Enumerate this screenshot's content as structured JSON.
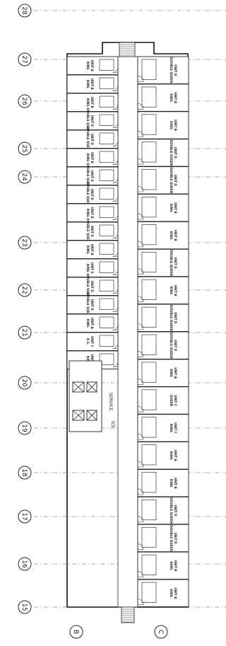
{
  "grid_lines": {
    "rows": [
      "28",
      "27",
      "26",
      "25",
      "24",
      "23",
      "22",
      "21",
      "20",
      "19",
      "18",
      "17",
      "16",
      "15"
    ],
    "columns": [
      "B",
      "C"
    ]
  },
  "service": {
    "label": "SERVICE",
    "ice_label": "ICE"
  },
  "rooms_left": [
    {
      "label": "KING",
      "unit": "A"
    },
    {
      "label": "KING",
      "unit": "B"
    },
    {
      "label": "KING",
      "unit": "B"
    },
    {
      "label": "DOUBLE QUEEN",
      "unit": "D"
    },
    {
      "label": "DOUBLE QUEEN",
      "unit": "D"
    },
    {
      "label": "KING",
      "unit": "B"
    },
    {
      "label": "DOUBLE QUEEN",
      "unit": "D"
    },
    {
      "label": "DOUBLE QUEEN",
      "unit": "D"
    },
    {
      "label": "KING",
      "unit": "B"
    },
    {
      "label": "DOUBLE QUEEN",
      "unit": "D"
    },
    {
      "label": "KING",
      "unit": "B"
    },
    {
      "label": "KING",
      "unit": "E"
    },
    {
      "label": "DOUBLE QUEEN",
      "unit": "D"
    },
    {
      "label": "DOUBLE QUEEN",
      "unit": "D"
    },
    {
      "label": "KING",
      "unit": "A"
    },
    {
      "label": "K.S.",
      "unit": "C"
    },
    {
      "label": "KING",
      "unit": "A"
    }
  ],
  "rooms_right": [
    {
      "label": "DOUBLE QUEEN",
      "unit": "D"
    },
    {
      "label": "KING",
      "unit": "B"
    },
    {
      "label": "KING",
      "unit": "B"
    },
    {
      "label": "DOUBLE QUEEN",
      "unit": "D"
    },
    {
      "label": "DOUBLE QUEEN",
      "unit": "D"
    },
    {
      "label": "KING",
      "unit": "B"
    },
    {
      "label": "KING",
      "unit": "B"
    },
    {
      "label": "DOUBLE QUEEN",
      "unit": "D"
    },
    {
      "label": "KING",
      "unit": "B"
    },
    {
      "label": "DOUBLE QUEEN",
      "unit": "D"
    },
    {
      "label": "DOUBLE QUEEN",
      "unit": "D"
    },
    {
      "label": "KING",
      "unit": "A"
    },
    {
      "label": "QUEEN",
      "unit": "C"
    },
    {
      "label": "KING",
      "unit": "C"
    },
    {
      "label": "KING",
      "unit": "A"
    },
    {
      "label": "KING",
      "unit": "B"
    },
    {
      "label": "DOUBLE QUEEN",
      "unit": "D"
    },
    {
      "label": "DOUBLE QUEEN",
      "unit": "D"
    },
    {
      "label": "KING",
      "unit": "B"
    },
    {
      "label": "KING",
      "unit": "A"
    }
  ]
}
